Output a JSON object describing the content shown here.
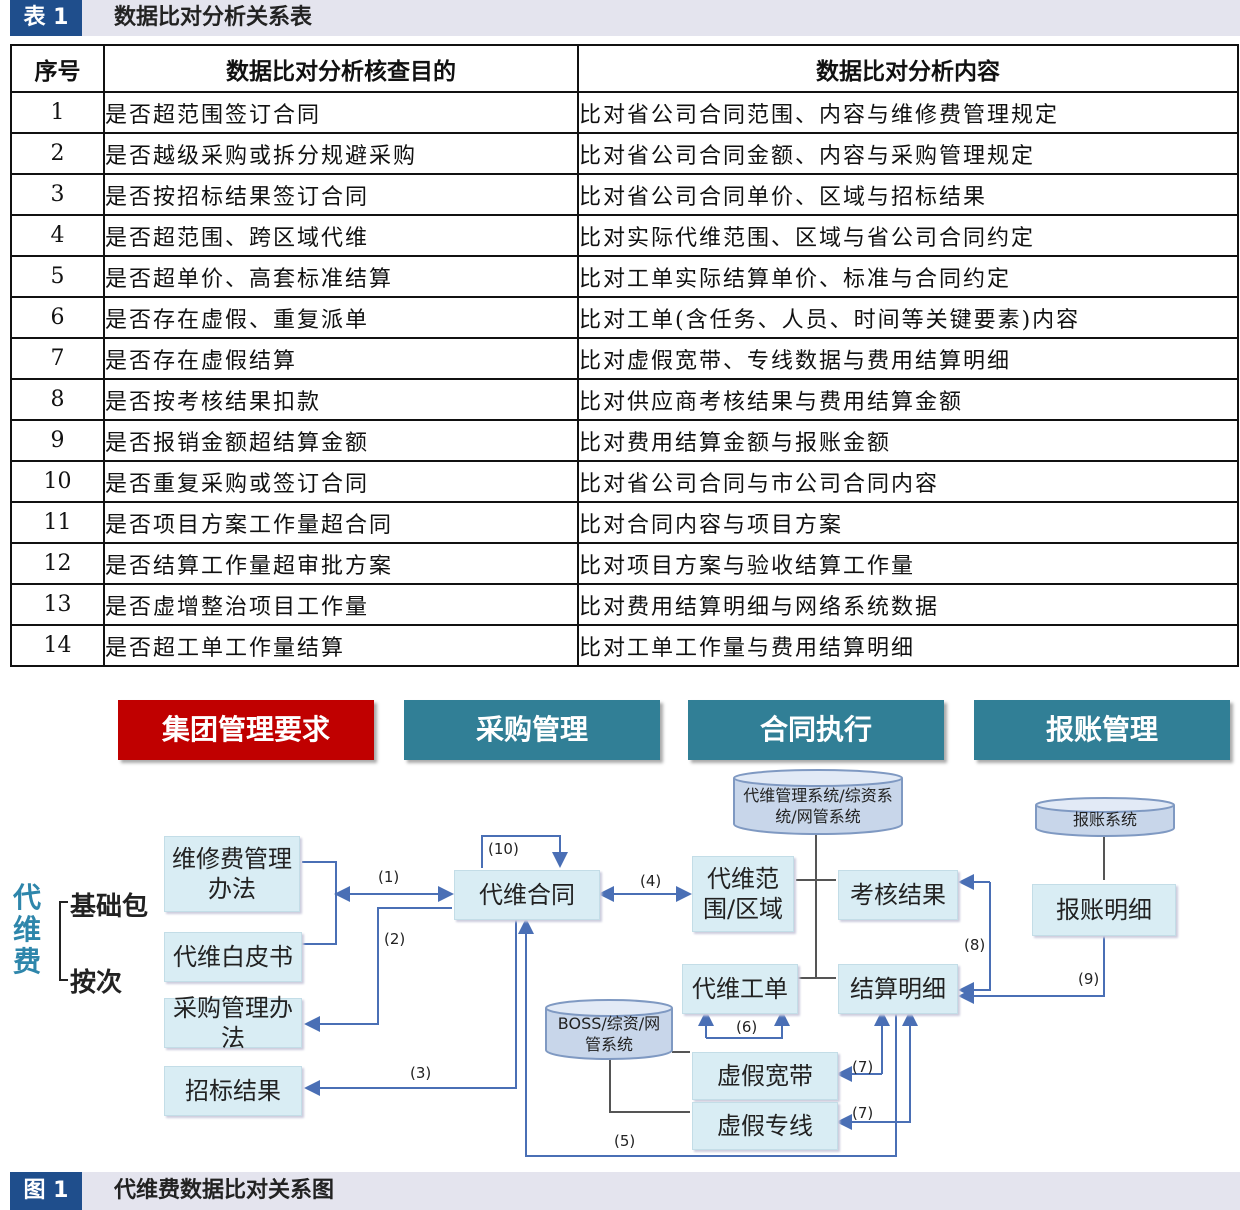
{
  "table_caption": {
    "tag": "表 1",
    "title": "数据比对分析关系表"
  },
  "table": {
    "headers": [
      "序号",
      "数据比对分析核查目的",
      "数据比对分析内容"
    ],
    "rows": [
      [
        "1",
        "是否超范围签订合同",
        "比对省公司合同范围、内容与维修费管理规定"
      ],
      [
        "2",
        "是否越级采购或拆分规避采购",
        "比对省公司合同金额、内容与采购管理规定"
      ],
      [
        "3",
        "是否按招标结果签订合同",
        "比对省公司合同单价、区域与招标结果"
      ],
      [
        "4",
        "是否超范围、跨区域代维",
        "比对实际代维范围、区域与省公司合同约定"
      ],
      [
        "5",
        "是否超单价、高套标准结算",
        "比对工单实际结算单价、标准与合同约定"
      ],
      [
        "6",
        "是否存在虚假、重复派单",
        "比对工单(含任务、人员、时间等关键要素)内容"
      ],
      [
        "7",
        "是否存在虚假结算",
        "比对虚假宽带、专线数据与费用结算明细"
      ],
      [
        "8",
        "是否按考核结果扣款",
        "比对供应商考核结果与费用结算金额"
      ],
      [
        "9",
        "是否报销金额超结算金额",
        "比对费用结算金额与报账金额"
      ],
      [
        "10",
        "是否重复采购或签订合同",
        "比对省公司合同与市公司合同内容"
      ],
      [
        "11",
        "是否项目方案工作量超合同",
        "比对合同内容与项目方案"
      ],
      [
        "12",
        "是否结算工作量超审批方案",
        "比对项目方案与验收结算工作量"
      ],
      [
        "13",
        "是否虚增整治项目工作量",
        "比对费用结算明细与网络系统数据"
      ],
      [
        "14",
        "是否超工单工作量结算",
        "比对工单工作量与费用结算明细"
      ]
    ]
  },
  "diagram": {
    "categories": [
      {
        "label": "集团管理要求",
        "color": "#c00000"
      },
      {
        "label": "采购管理",
        "color": "#317f96"
      },
      {
        "label": "合同执行",
        "color": "#317f96"
      },
      {
        "label": "报账管理",
        "color": "#317f96"
      }
    ],
    "side": {
      "main": "代维费",
      "basic": "基础包",
      "per": "按次"
    },
    "boxes": {
      "wxf": "维修费管理办法",
      "whitepaper": "代维白皮书",
      "procure": "采购管理办法",
      "bid": "招标结果",
      "contract": "代维合同",
      "scope": "代维范围/区域",
      "assess": "考核结果",
      "workorder": "代维工单",
      "settle": "结算明细",
      "fake_bb": "虚假宽带",
      "fake_line": "虚假专线",
      "expense": "报账明细"
    },
    "systems": {
      "mgmt": "代维管理系统/综资系统/网管系统",
      "boss": "BOSS/综资/网管系统",
      "expense_sys": "报账系统"
    },
    "labels": {
      "l1": "(1)",
      "l2": "(2)",
      "l3": "(3)",
      "l4": "(4)",
      "l5": "(5)",
      "l6": "(6)",
      "l7a": "(7)",
      "l7b": "(7)",
      "l8": "(8)",
      "l9": "(9)",
      "l10": "(10)"
    }
  },
  "figure_caption": {
    "tag": "图 1",
    "title": "代维费数据比对关系图"
  }
}
